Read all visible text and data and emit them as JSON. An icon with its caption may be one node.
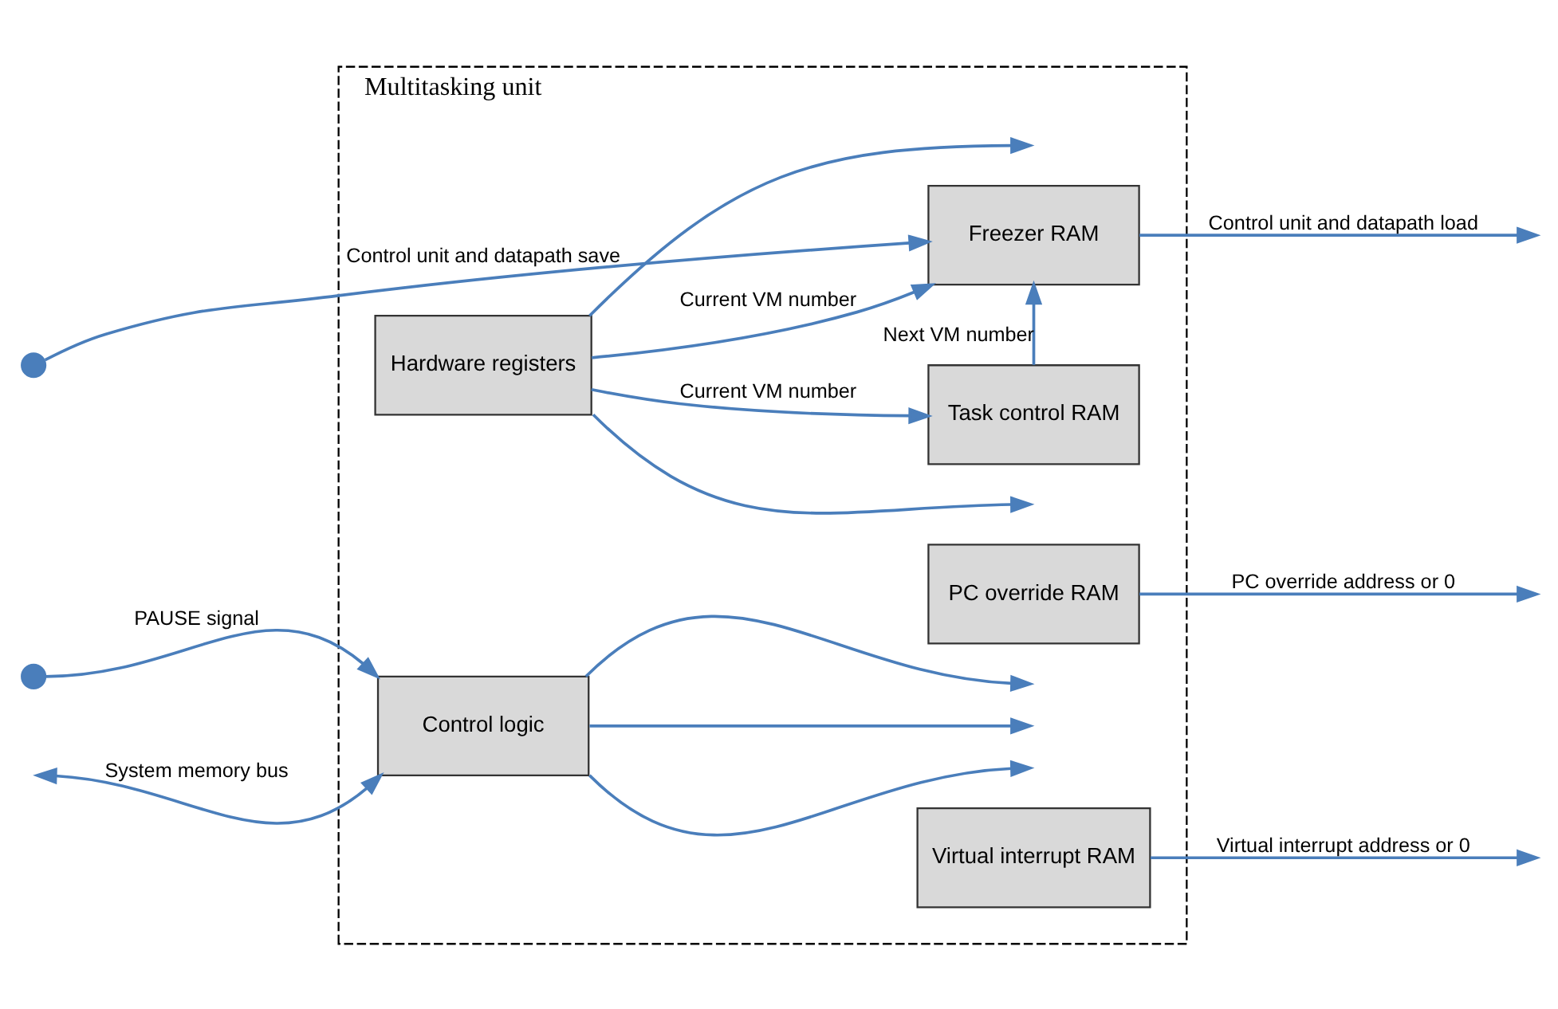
{
  "diagram": {
    "nodes": [
      {
        "text": [
          "Multitasking unit"
        ]
      },
      {
        "text": [
          "Freezer RAM"
        ],
        "in": 0
      },
      {
        "text": [
          "Task control RAM"
        ],
        "in": 0
      },
      {
        "text": [
          "Hardware registers"
        ],
        "in": 0
      },
      {
        "text": [
          "PC override RAM"
        ],
        "in": 0
      },
      {
        "text": [
          "Control logic"
        ],
        "in": 0
      },
      {
        "text": [
          "Virtual interrupt RAM"
        ],
        "in": 0
      },
      {
        "text": [],
        "shape": "circle"
      },
      {
        "text": [],
        "shape": "circle"
      }
    ],
    "edges": [
      {
        "from": 7,
        "to": 1,
        "arrow": "to",
        "label": "Control unit and datapath save"
      },
      {
        "from": 1,
        "to": null,
        "arrow": "to",
        "label": "Control unit and datapath load"
      },
      {
        "from": 3,
        "to": 1,
        "arrow": "to",
        "label": "Current VM number"
      },
      {
        "from": 3,
        "to": 2,
        "arrow": "to",
        "label": "Current VM number"
      },
      {
        "from": 2,
        "to": 1,
        "arrow": "to",
        "label": "Next VM number"
      },
      {
        "from": 4,
        "to": null,
        "arrow": "to",
        "label": "PC override address or 0"
      },
      {
        "from": 6,
        "to": null,
        "arrow": "to",
        "label": "Virtual interrupt address or 0"
      },
      {
        "from": 3,
        "to": null,
        "arrow": "to"
      },
      {
        "from": 3,
        "to": null,
        "arrow": "to"
      },
      {
        "from": 5,
        "to": null,
        "arrow": "to"
      },
      {
        "from": 5,
        "to": null,
        "arrow": "to"
      },
      {
        "from": 5,
        "to": null,
        "arrow": "to"
      },
      {
        "from": 8,
        "to": 5,
        "arrow": "to",
        "label": "PAUSE signal"
      },
      {
        "from": null,
        "to": 5,
        "arrow": "both",
        "label": "System memory bus"
      }
    ]
  }
}
